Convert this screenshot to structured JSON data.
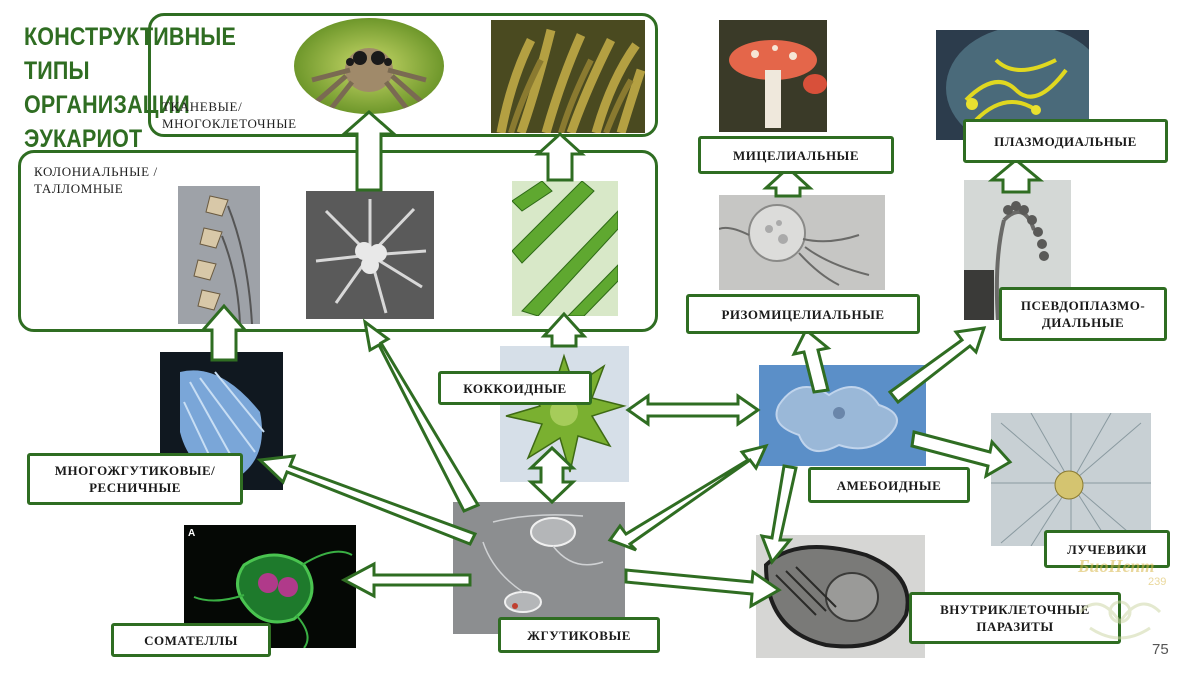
{
  "title": "КОНСТРУКТИВНЫЕ ТИПЫ ОРГАНИЗАЦИИ ЭУКАРИОТ",
  "groups": {
    "tissue": "ТКАНЕВЫЕ/ МНОГОКЛЕТОЧНЫЕ",
    "colonial": "КОЛОНИАЛЬНЫЕ /ТАЛЛОМНЫЕ"
  },
  "labels": {
    "mycelial": "МИЦЕЛИАЛЬНЫЕ",
    "plasmodial": "ПЛАЗМОДИАЛЬНЫЕ",
    "rhizomycelial": "РИЗОМИЦЕЛИАЛЬНЫЕ",
    "pseudoplasmodial": "ПСЕВДОПЛАЗМО- ДИАЛЬНЫЕ",
    "coccoid": "КОККОИДНЫЕ",
    "multiflagellate": "МНОГОЖГУТИКОВЫЕ/ РЕСНИЧНЫЕ",
    "amoeboid": "АМЕБОИДНЫЕ",
    "radiolaria": "ЛУЧЕВИКИ",
    "somatella": "СОМАТЕЛЛЫ",
    "flagellate": "ЖГУТИКОВЫЕ",
    "intracellular": "ВНУТРИКЛЕТОЧНЫЕ ПАРАЗИТЫ"
  },
  "photo_marks": {
    "somatella_panel": "A"
  },
  "watermark": {
    "text": "БиоНепт",
    "number": "239"
  },
  "page_number": "75",
  "colors": {
    "accent": "#2f6d22",
    "title": "#2f6d22"
  }
}
